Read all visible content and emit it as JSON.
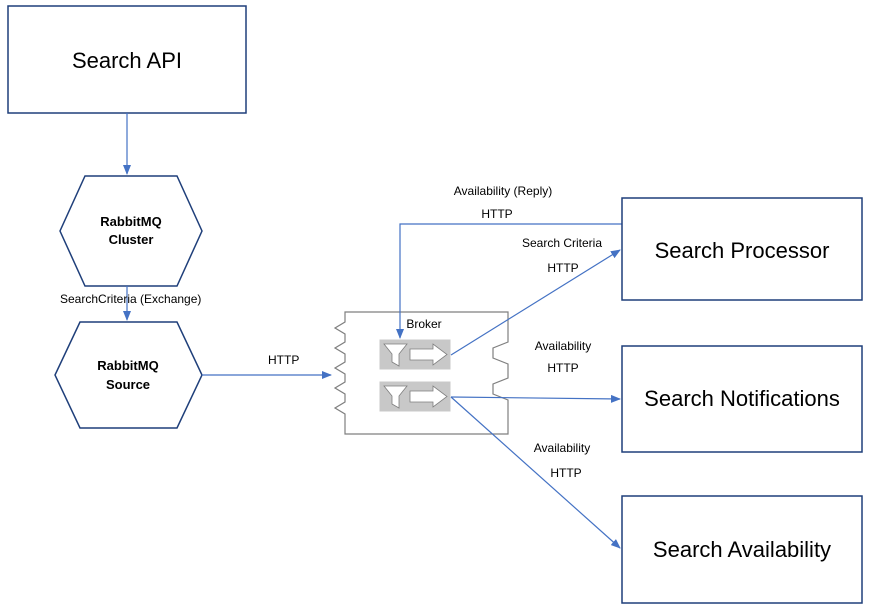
{
  "nodes": {
    "search_api": "Search API",
    "rabbitmq_cluster": {
      "line1": "RabbitMQ",
      "line2": "Cluster"
    },
    "rabbitmq_source": {
      "line1": "RabbitMQ",
      "line2": "Source"
    },
    "broker": "Broker",
    "search_processor": "Search Processor",
    "search_notifications": "Search Notifications",
    "search_availability": "Search Availability"
  },
  "edges": {
    "cluster_to_source": "SearchCriteria (Exchange)",
    "source_to_broker": "HTTP",
    "reply": {
      "line1": "Availability (Reply)",
      "line2": "HTTP"
    },
    "to_processor": {
      "line1": "Search Criteria",
      "line2": "HTTP"
    },
    "to_notifications": {
      "line1": "Availability",
      "line2": "HTTP"
    },
    "to_availability": {
      "line1": "Availability",
      "line2": "HTTP"
    }
  },
  "colors": {
    "box_border": "#1f3f7a",
    "hex_border": "#1f3f7a",
    "arrow": "#4472c4",
    "broker_border": "#7f7f7f",
    "filter_fill": "#c8c8c8"
  }
}
